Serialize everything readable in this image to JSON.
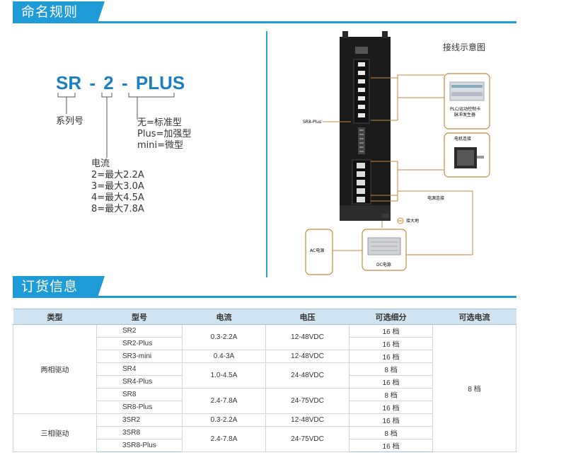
{
  "sections": {
    "naming_title": "命名规则",
    "order_title": "订货信息"
  },
  "naming": {
    "model_parts": [
      "SR",
      "-",
      "2",
      "-",
      "PLUS"
    ],
    "series_label": "系列号",
    "variant_lines": [
      "无=标准型",
      "Plus=加强型",
      "mini=微型"
    ],
    "current_lines": [
      "电流",
      "2=最大2.2A",
      "3=最大3.0A",
      "4=最大4.5A",
      "8=最大7.8A"
    ]
  },
  "diagram": {
    "title": "接线示意图",
    "driver_label": "SR8-Plus",
    "plc_label_1": "PLC/运动控制卡",
    "plc_label_2": "脉冲发生器",
    "motor_label": "电机连接",
    "power_label": "电源连接",
    "ground_label": "接大地",
    "ac_label": "AC电源",
    "dc_label": "DC电源"
  },
  "table": {
    "headers": [
      "类型",
      "型号",
      "电流",
      "电压",
      "可选细分",
      "可选电流"
    ],
    "two_phase_label": "两相驱动",
    "three_phase_label": "三相驱动",
    "optional_current": "8 档",
    "rows": [
      {
        "model": "SR2",
        "current": "0.3-2.2A",
        "voltage": "12-48VDC",
        "subdiv": "16 档"
      },
      {
        "model": "SR2-Plus",
        "subdiv": "16 档"
      },
      {
        "model": "SR3-mini",
        "current": "0.4-3A",
        "voltage": "12-48VDC",
        "subdiv": "16 档"
      },
      {
        "model": "SR4",
        "current": "1.0-4.5A",
        "voltage": "24-48VDC",
        "subdiv": "8 档"
      },
      {
        "model": "SR4-Plus",
        "subdiv": "16 档"
      },
      {
        "model": "SR8",
        "current": "2.4-7.8A",
        "voltage": "24-75VDC",
        "subdiv": "8 档"
      },
      {
        "model": "SR8-Plus",
        "subdiv": "16 档"
      },
      {
        "model": "3SR2",
        "current": "0.3-2.2A",
        "voltage": "12-48VDC",
        "subdiv": "16 档"
      },
      {
        "model": "3SR8",
        "current": "2.4-7.8A",
        "voltage": "24-75VDC",
        "subdiv": "8 档"
      },
      {
        "model": "3SR8-Plus",
        "subdiv": "16 档"
      }
    ]
  },
  "colors": {
    "accent": "#1f9bd7",
    "model_code": "#1c7fc1",
    "connector": "#c98a3a",
    "table_header": "#cfe3f1"
  }
}
